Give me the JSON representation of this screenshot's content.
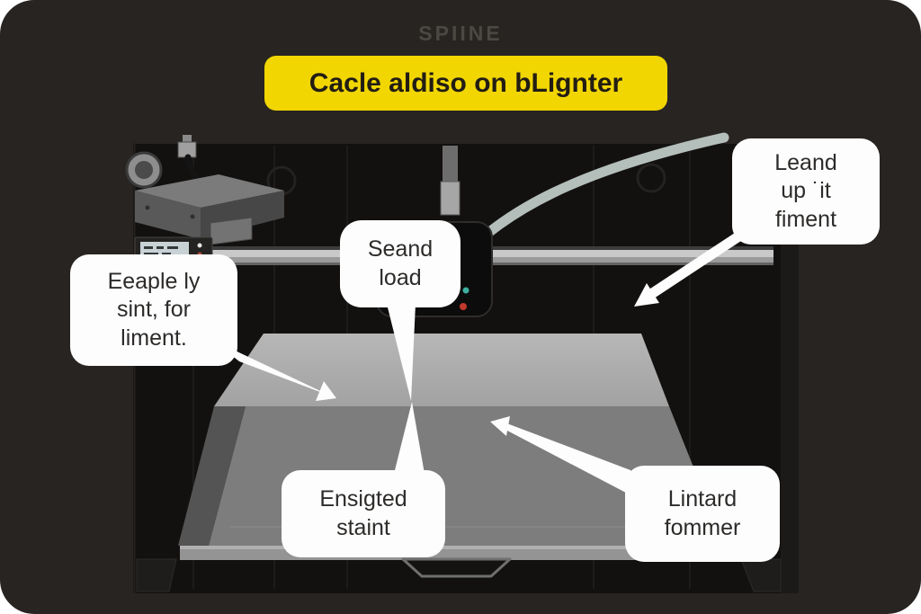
{
  "logo": {
    "text": "SPIINE"
  },
  "banner": {
    "text": "Cacle aldiso on bLignter"
  },
  "callouts": {
    "leand": {
      "lines": [
        "Leand",
        "up ˙it",
        "fiment"
      ]
    },
    "eeaple": {
      "lines": [
        "Eeaple ly",
        "sint, for",
        "liment."
      ]
    },
    "seand": {
      "lines": [
        "Seand",
        "load"
      ]
    },
    "ensigted": {
      "lines": [
        "Ensigted",
        "staint"
      ]
    },
    "lintard": {
      "lines": [
        "Lintard",
        "fommer"
      ]
    }
  },
  "colors": {
    "page_background": "#ffffff",
    "card_background": "#282421",
    "banner_background": "#f1d602",
    "banner_text": "#221d14",
    "callout_background": "#fdfdfd",
    "callout_text": "#2d2b29",
    "logo_text": "#4b4743",
    "printer_frame": "#131110",
    "gantry_rail": "#c9c9c9",
    "bed_top": "#aeaeae",
    "bed_front": "#7d7d7d",
    "bed_side": "#545454",
    "filament_tube": "#b4bebb",
    "led_teal": "#3fae9e",
    "led_red": "#c0392b"
  }
}
